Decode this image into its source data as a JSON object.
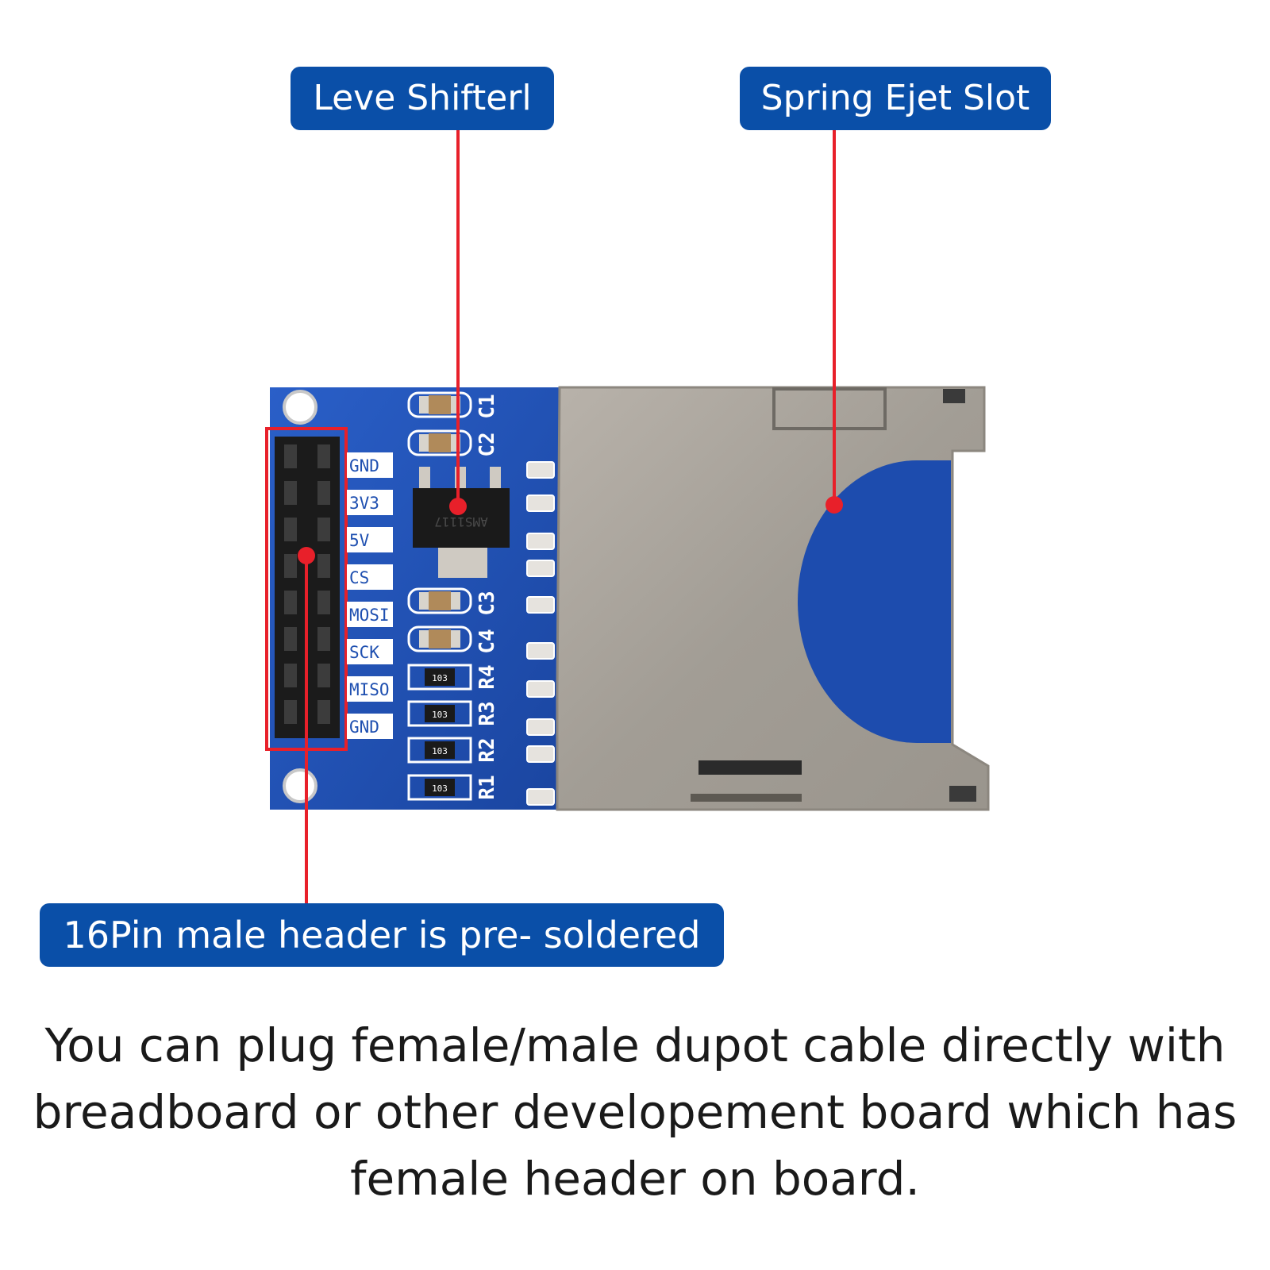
{
  "callouts": {
    "level_shifter": "Leve Shifterl",
    "spring_eject_slot": "Spring Ejet Slot",
    "pin_header": "16Pin male header is pre- soldered"
  },
  "pin_labels": [
    "GND",
    "3V3",
    "5V",
    "CS",
    "MOSI",
    "SCK",
    "MISO",
    "GND"
  ],
  "component_labels": {
    "c1": "C1",
    "c2": "C2",
    "c3": "C3",
    "c4": "C4",
    "r1": "R1",
    "r2": "R2",
    "r3": "R3",
    "r4": "R4",
    "resistor_code": "103",
    "regulator": "AMS1117"
  },
  "caption_lines": [
    "You can plug female/male dupot cable directly with",
    "breadboard or other developement board which has",
    "female header on board."
  ],
  "colors": {
    "callout_bg": "#0a4fa8",
    "leader_line": "#e8202a",
    "pcb_blue": "#1e4fb0",
    "slot_metal": "#a9a49c"
  }
}
